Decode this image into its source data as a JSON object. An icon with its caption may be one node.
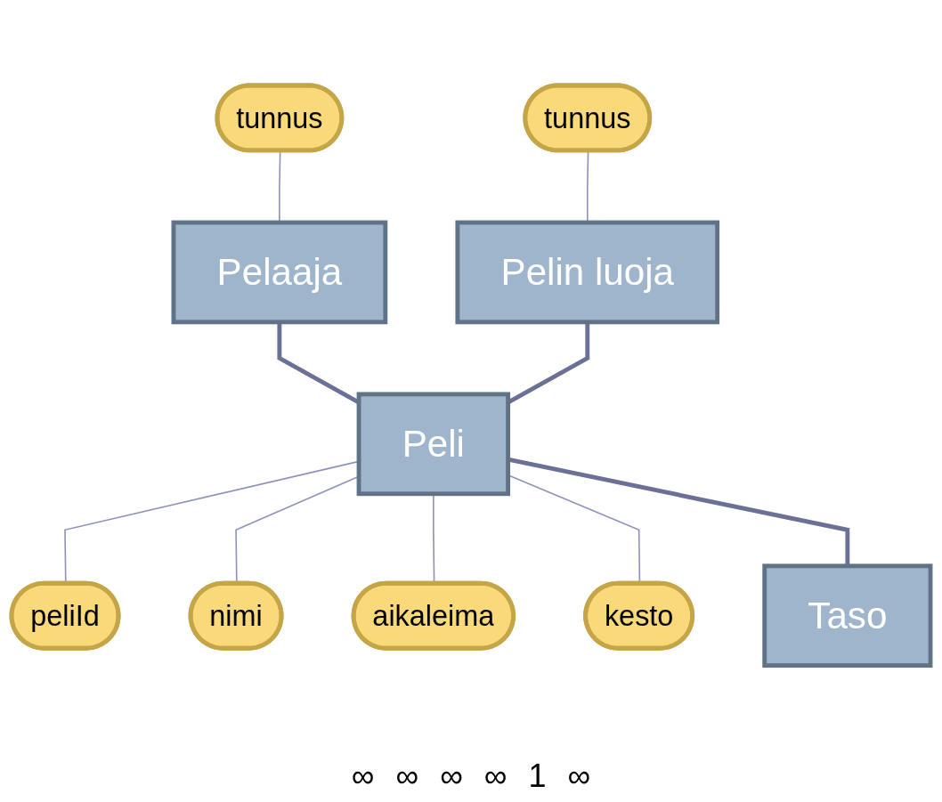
{
  "diagram": {
    "nodes": [
      {
        "text": [
          "tunnus"
        ]
      },
      {
        "text": [
          "tunnus"
        ]
      },
      {
        "text": [
          "Pelaaja"
        ]
      },
      {
        "text": [
          "Pelin luoja"
        ]
      },
      {
        "text": [
          "Peli"
        ]
      },
      {
        "text": [
          "peliId"
        ]
      },
      {
        "text": [
          "nimi"
        ]
      },
      {
        "text": [
          "aikaleima"
        ]
      },
      {
        "text": [
          "kesto"
        ]
      },
      {
        "text": [
          "Taso"
        ]
      }
    ],
    "edges": [
      {
        "from": 0,
        "to": 2,
        "arrow": "none"
      },
      {
        "from": 1,
        "to": 3,
        "arrow": "none"
      },
      {
        "from": 2,
        "to": 4,
        "arrow": "none",
        "style": "thick"
      },
      {
        "from": 3,
        "to": 4,
        "arrow": "none",
        "style": "thick"
      },
      {
        "from": 4,
        "to": 5,
        "arrow": "none"
      },
      {
        "from": 4,
        "to": 6,
        "arrow": "none"
      },
      {
        "from": 4,
        "to": 7,
        "arrow": "none"
      },
      {
        "from": 4,
        "to": 8,
        "arrow": "none"
      },
      {
        "from": 4,
        "to": 9,
        "arrow": "none",
        "style": "thick"
      }
    ],
    "labels": [
      "∞",
      "∞",
      "∞",
      "∞",
      "1",
      "∞"
    ]
  }
}
